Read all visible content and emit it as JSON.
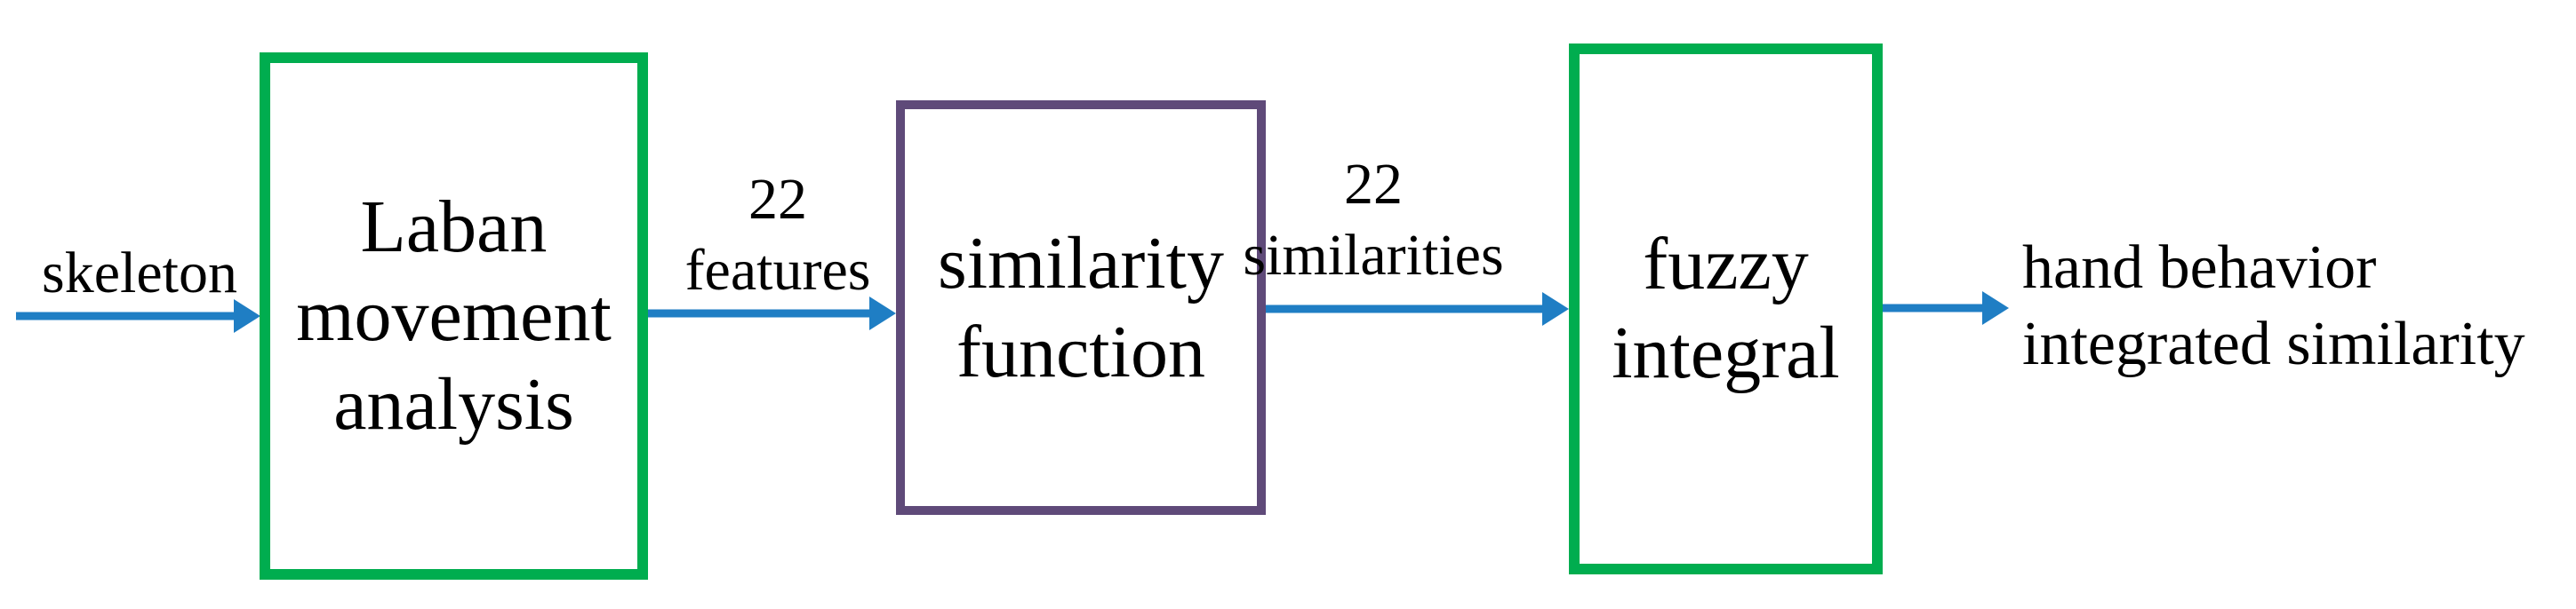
{
  "figure": {
    "type": "flowchart",
    "direction": "left-to-right",
    "nodes": [
      {
        "id": "laban-movement-analysis",
        "label_lines": [
          "Laban",
          "movement",
          "analysis"
        ],
        "border_color": "#00AD4F"
      },
      {
        "id": "similarity-function",
        "label_lines": [
          "similarity",
          "function"
        ],
        "border_color": "#5F4A79"
      },
      {
        "id": "fuzzy-integral",
        "label_lines": [
          "fuzzy",
          "integral"
        ],
        "border_color": "#00AD4F"
      }
    ],
    "edges": [
      {
        "label_lines": [
          "skeleton"
        ],
        "to": "laban-movement-analysis"
      },
      {
        "label_lines": [
          "22",
          "features"
        ],
        "from": "laban-movement-analysis",
        "to": "similarity-function"
      },
      {
        "label_lines": [
          "22",
          "similarities"
        ],
        "from": "similarity-function",
        "to": "fuzzy-integral"
      },
      {
        "label_lines": [
          "hand behavior",
          "integrated similarity"
        ],
        "from": "fuzzy-integral"
      }
    ],
    "colors": {
      "box_green": "#00AD4F",
      "box_purple": "#5F4A79",
      "arrow_blue": "#1F7EC4",
      "text": "#000000",
      "background": "#FFFFFF"
    }
  }
}
